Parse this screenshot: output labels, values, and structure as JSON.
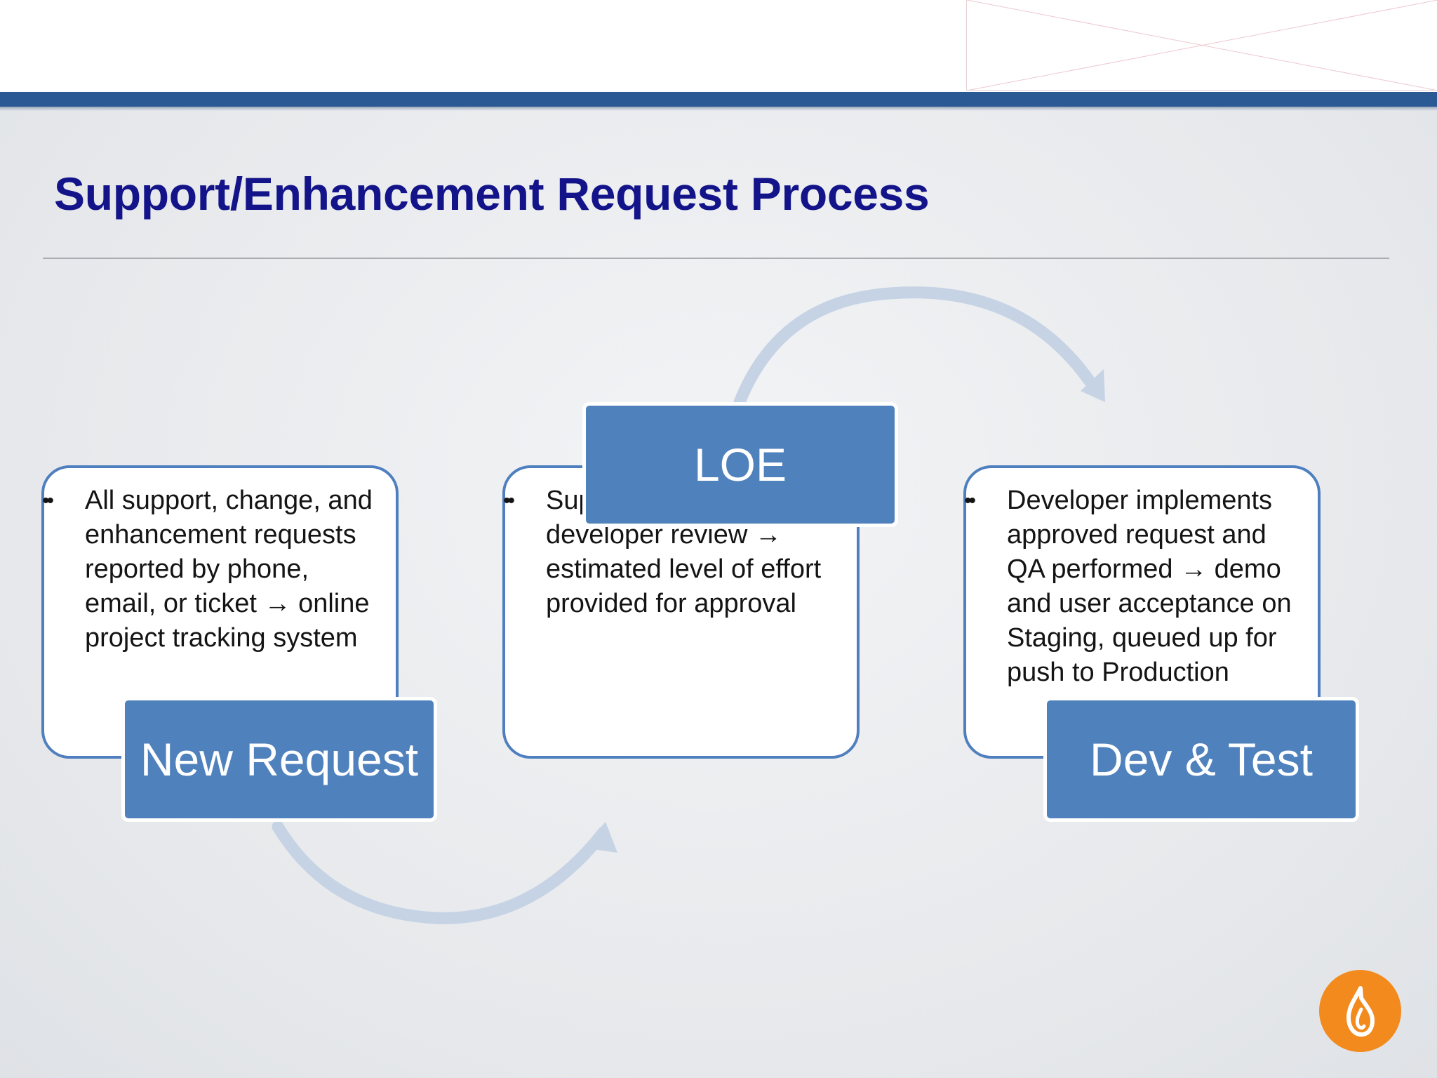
{
  "slide": {
    "title": "Support/Enhancement Request Process"
  },
  "steps": [
    {
      "label": "New Request",
      "text": "All support, change, and enhancement requests reported by phone, email, or ticket → online project tracking system"
    },
    {
      "label": "LOE",
      "text": "Support request → developer review → estimated level of effort provided for approval"
    },
    {
      "label": "Dev & Test",
      "text": "Developer implements approved request and QA performed → demo and user acceptance on Staging, queued up for push to Production"
    }
  ],
  "bullet_symbol": "••",
  "colors": {
    "title": "#14148a",
    "header_rule": "#2a5994",
    "label_fill": "#4f81bd",
    "card_border": "#4f7fbf",
    "arrow": "#c5d3e5",
    "logo": "#f28a1e"
  },
  "icons": {
    "corner_logo": "flame-drop-icon"
  }
}
